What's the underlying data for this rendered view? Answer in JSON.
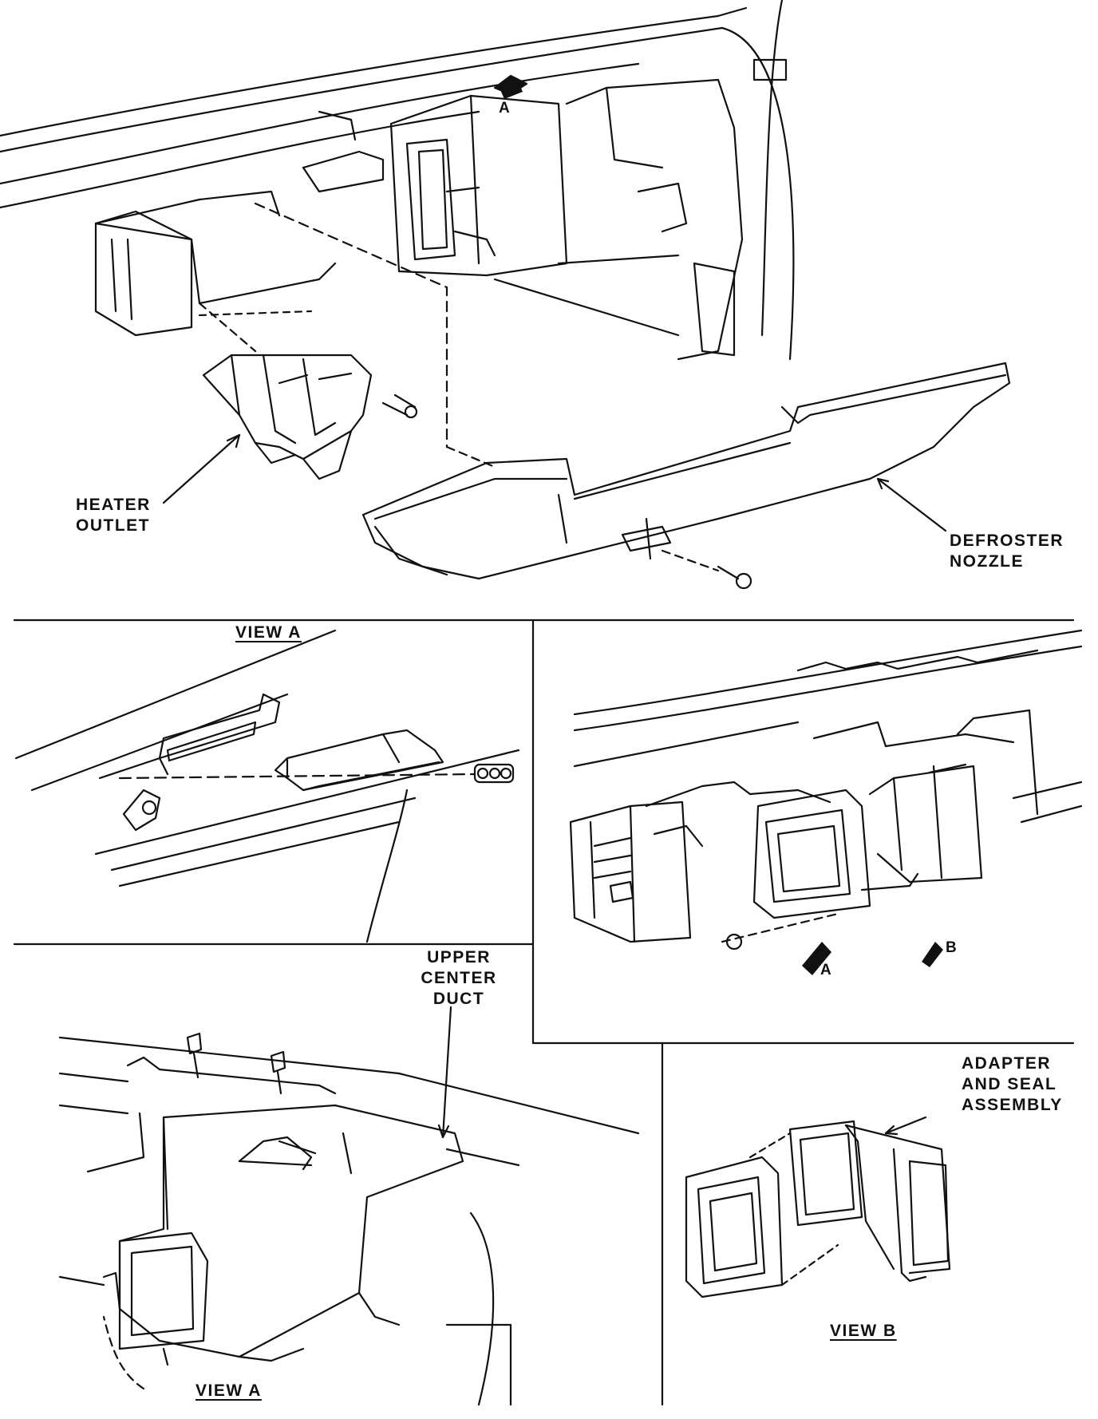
{
  "labels": {
    "heater_outlet": [
      "HEATER",
      "OUTLET"
    ],
    "defroster_nozzle": [
      "DEFROSTER",
      "NOZZLE"
    ],
    "view_a_top": "VIEW A",
    "upper_center_duct": [
      "UPPER",
      "CENTER",
      "DUCT"
    ],
    "view_a_bottom": "VIEW A",
    "adapter_seal": [
      "ADAPTER",
      "AND SEAL",
      "ASSEMBLY"
    ],
    "view_b": "VIEW B"
  },
  "arrow_markers": {
    "main_a": "A",
    "mid_a": "A",
    "mid_b": "B"
  }
}
